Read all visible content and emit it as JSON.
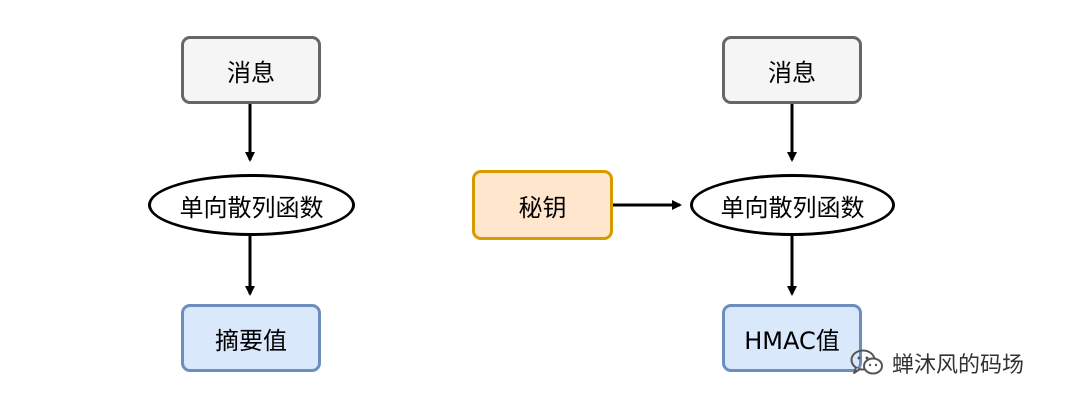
{
  "left_flow": {
    "message_label": "消息",
    "hash_label": "单向散列函数",
    "digest_label": "摘要值"
  },
  "right_flow": {
    "message_label": "消息",
    "key_label": "秘钥",
    "hash_label": "单向散列函数",
    "hmac_label": "HMAC值"
  },
  "watermark": {
    "text": "蝉沐风的码场",
    "icon": "wechat-icon"
  },
  "colors": {
    "gray_fill": "#f5f5f5",
    "gray_stroke": "#666666",
    "blue_fill": "#dae8fc",
    "blue_stroke": "#6c8ebf",
    "orange_fill": "#ffe6cc",
    "orange_stroke": "#d79b00",
    "arrow": "#000000"
  }
}
